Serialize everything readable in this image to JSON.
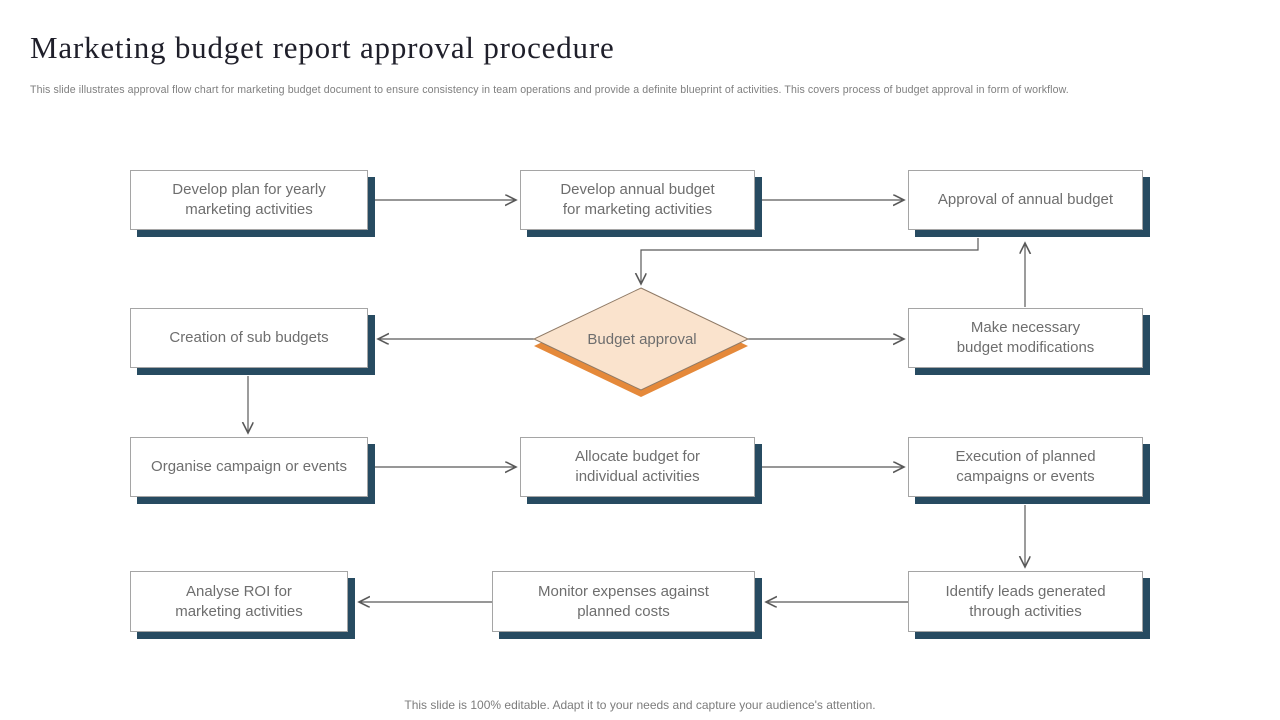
{
  "slide": {
    "title": "Marketing budget report approval procedure",
    "subtitle": "This slide illustrates approval flow chart for marketing budget document to ensure consistency in team operations and provide a definite blueprint of activities. This covers process of budget approval in form of workflow.",
    "footer": "This slide is 100% editable. Adapt it to your needs and capture your audience's attention."
  },
  "flowchart": {
    "nodes": [
      {
        "id": "develop-plan",
        "label": "Develop plan for yearly\nmarketing activities"
      },
      {
        "id": "develop-annual-budget",
        "label": "Develop annual budget\nfor marketing activities"
      },
      {
        "id": "approval-annual-budget",
        "label": "Approval of annual budget"
      },
      {
        "id": "creation-sub-budgets",
        "label": "Creation of sub budgets"
      },
      {
        "id": "budget-modifications",
        "label": "Make necessary\nbudget modifications"
      },
      {
        "id": "organise-campaign",
        "label": "Organise campaign or events"
      },
      {
        "id": "allocate-budget",
        "label": "Allocate budget for\nindividual activities"
      },
      {
        "id": "execution-campaigns",
        "label": "Execution of planned\ncampaigns or events"
      },
      {
        "id": "analyse-roi",
        "label": "Analyse ROI for\nmarketing activities"
      },
      {
        "id": "monitor-expenses",
        "label": "Monitor expenses against\nplanned costs"
      },
      {
        "id": "identify-leads",
        "label": "Identify leads generated\nthrough activities"
      }
    ],
    "decision": {
      "id": "budget-approval",
      "label": "Budget approval",
      "shape": "diamond"
    }
  },
  "colors": {
    "box_shadow_navy": "#274b61",
    "diamond_fill": "#fae3cd",
    "diamond_accent_orange": "#e5893a",
    "diamond_border": "#8f7a66",
    "box_border": "#a5a5a5",
    "connector": "#595959",
    "node_text": "#6e6e6e",
    "title_text": "#1f1f2a",
    "muted_text": "#7f7f7f"
  }
}
